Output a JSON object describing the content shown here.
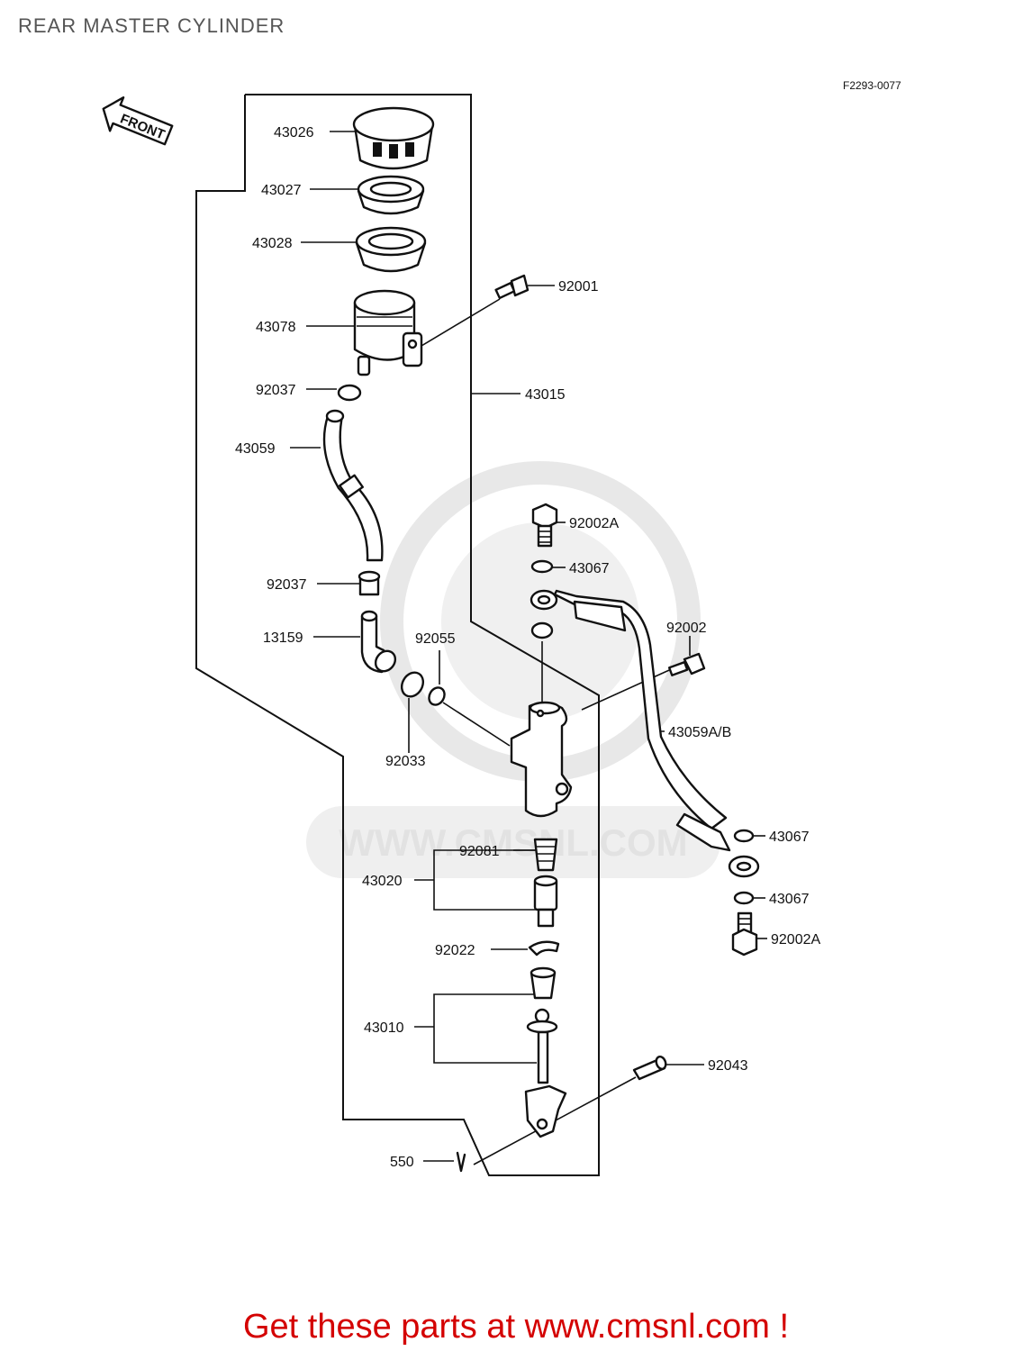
{
  "page": {
    "title": "REAR MASTER CYLINDER"
  },
  "diagram": {
    "drawing_code": "F2293-0077",
    "arrow_label": "FRONT",
    "watermark_text": "WWW.CMSNL.COM",
    "parts": {
      "p43026": "43026",
      "p43027": "43027",
      "p43028": "43028",
      "p92001": "92001",
      "p43078": "43078",
      "p92037_upper": "92037",
      "p43015": "43015",
      "p43059": "43059",
      "p92002A_upper": "92002A",
      "p43067_upper": "43067",
      "p92037_lower": "92037",
      "p92002": "92002",
      "p13159": "13159",
      "p92055": "92055",
      "p43059AB": "43059A/B",
      "p92033": "92033",
      "p43067_mid": "43067",
      "p92081": "92081",
      "p43020": "43020",
      "p43067_lower": "43067",
      "p92002A_lower": "92002A",
      "p92022": "92022",
      "p43010": "43010",
      "p92043": "92043",
      "p550": "550"
    }
  },
  "footer": {
    "text": "Get these parts at www.cmsnl.com !"
  },
  "colors": {
    "footer": "#d40000",
    "title": "#555555",
    "line": "#111111",
    "watermark": "#e6e6e6"
  }
}
